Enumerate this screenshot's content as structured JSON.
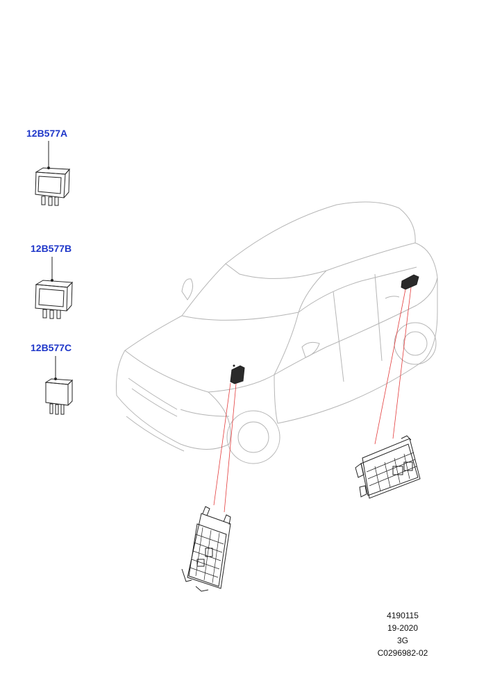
{
  "callouts": [
    {
      "label": "12B577A"
    },
    {
      "label": "12B577B"
    },
    {
      "label": "12B577C"
    }
  ],
  "footer": {
    "line1": "4190115",
    "line2": "19-2020",
    "line3": "3G",
    "line4": "C0296982-02"
  },
  "colors": {
    "callout_text": "#1f37c9",
    "leader_lines": "#e33a3a"
  }
}
